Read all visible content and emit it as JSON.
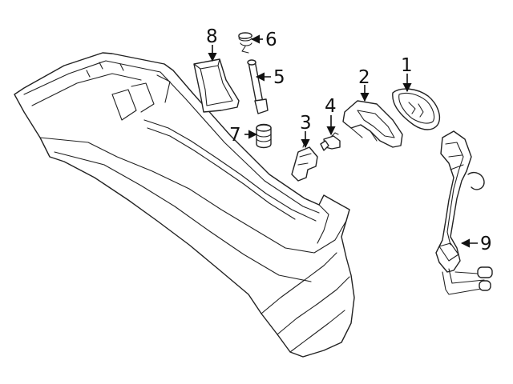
{
  "diagram": {
    "callouts": [
      {
        "id": "1",
        "label": "1",
        "part": "bumper-reflector-lamp"
      },
      {
        "id": "2",
        "label": "2",
        "part": "reflector-bracket"
      },
      {
        "id": "3",
        "label": "3",
        "part": "retainer-clip"
      },
      {
        "id": "4",
        "label": "4",
        "part": "push-pin-fastener"
      },
      {
        "id": "5",
        "label": "5",
        "part": "antenna-rod"
      },
      {
        "id": "6",
        "label": "6",
        "part": "spring"
      },
      {
        "id": "7",
        "label": "7",
        "part": "bushing"
      },
      {
        "id": "8",
        "label": "8",
        "part": "bracket"
      },
      {
        "id": "9",
        "label": "9",
        "part": "wiring-harness"
      }
    ]
  }
}
